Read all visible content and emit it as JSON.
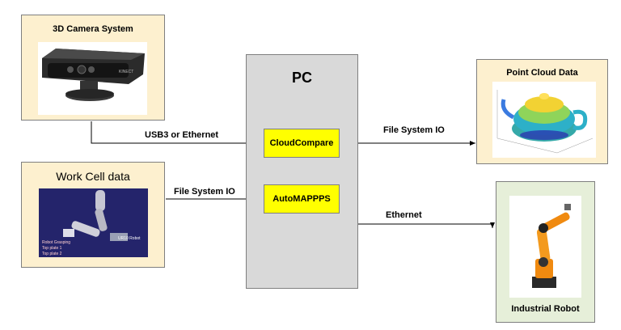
{
  "camera": {
    "title": "3D Camera System",
    "device_text": "KINECT"
  },
  "workcell": {
    "title": "Work Cell data",
    "image_text": {
      "line1": "UR10 Robot",
      "line2": "Robot Grasping",
      "line3": "Top plate 1",
      "line4": "Top plate 2"
    }
  },
  "pc": {
    "title": "PC",
    "module1": "CloudCompare",
    "module2": "AutoMAPPPS"
  },
  "pointcloud": {
    "title": "Point Cloud Data"
  },
  "robot": {
    "title": "Industrial Robot"
  },
  "edges": {
    "camera_to_cc": "USB3 or Ethernet",
    "workcell_to_auto": "File System IO",
    "cc_to_pointcloud": "File System IO",
    "auto_to_robot": "Ethernet"
  },
  "colors": {
    "cream": "#fdf0cf",
    "green": "#e6efd9",
    "pc_gray": "#d9d9d9",
    "module_yellow": "#ffff00"
  }
}
